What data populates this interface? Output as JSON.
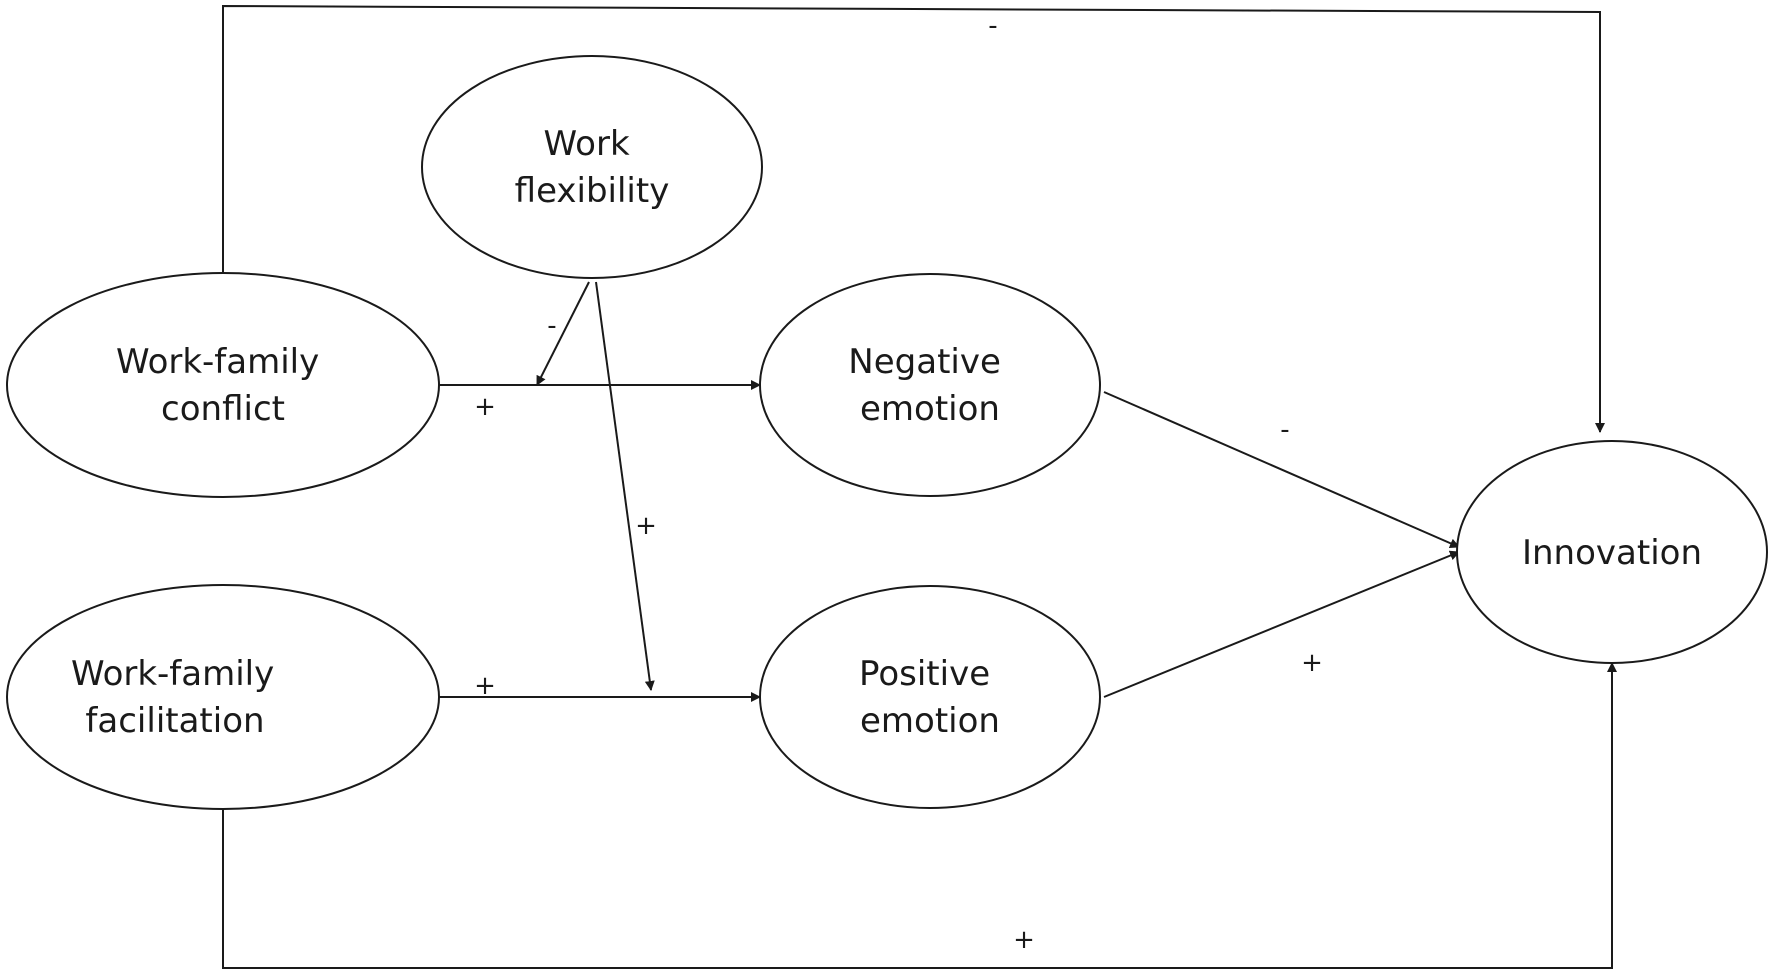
{
  "nodes": {
    "work_flexibility": [
      "Work",
      "flexibility"
    ],
    "wf_conflict": [
      "Work-family",
      "conflict"
    ],
    "wf_facilitation": [
      "Work-family",
      "facilitation"
    ],
    "negative_emotion": [
      "Negative",
      "emotion"
    ],
    "positive_emotion": [
      "Positive",
      "emotion"
    ],
    "innovation": [
      "Innovation"
    ]
  },
  "edges": [
    {
      "from": "Work-family conflict",
      "to": "Innovation",
      "sign": "-"
    },
    {
      "from": "Work flexibility",
      "to": "Work-family conflict → Negative emotion",
      "sign": "-"
    },
    {
      "from": "Work-family conflict",
      "to": "Negative emotion",
      "sign": "+"
    },
    {
      "from": "Work flexibility",
      "to": "Work-family facilitation → Positive emotion",
      "sign": "+"
    },
    {
      "from": "Negative emotion",
      "to": "Innovation",
      "sign": "-"
    },
    {
      "from": "Work-family facilitation",
      "to": "Positive emotion",
      "sign": "+"
    },
    {
      "from": "Positive emotion",
      "to": "Innovation",
      "sign": "+"
    },
    {
      "from": "Work-family facilitation",
      "to": "Innovation",
      "sign": "+"
    }
  ]
}
